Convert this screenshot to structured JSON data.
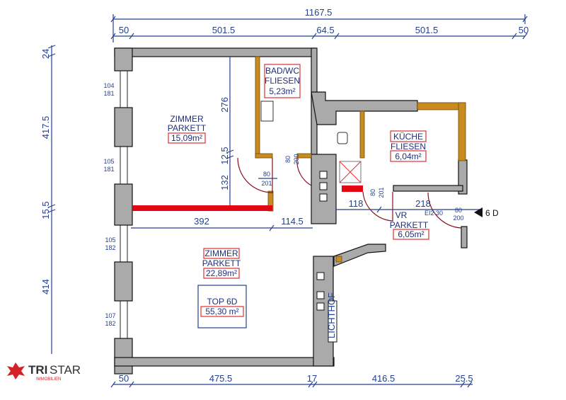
{
  "plan": {
    "unit_label": "TOP 6D",
    "unit_area": "55,30 m²",
    "entrance_label": "6 D",
    "lichthof": "LICHTHOF",
    "fire_door": "EI2 30"
  },
  "rooms": [
    {
      "name": "ZIMMER",
      "floor": "PARKETT",
      "area": "15,09m²"
    },
    {
      "name": "BAD/WC",
      "floor": "FLIESEN",
      "area": "5,23m²"
    },
    {
      "name": "KÜCHE",
      "floor": "FLIESEN",
      "area": "6,04m²"
    },
    {
      "name": "VR",
      "floor": "PARKETT",
      "area": "6,05m²"
    },
    {
      "name": "ZIMMER",
      "floor": "PARKETT",
      "area": "22,89m²"
    }
  ],
  "dimensions": {
    "top_total": "1167.5",
    "top": [
      "50",
      "501.5",
      "64.5",
      "501.5",
      "50"
    ],
    "bottom": [
      "50",
      "475.5",
      "17",
      "416.5",
      "25.5"
    ],
    "left": [
      "24",
      "417.5",
      "15.5",
      "414"
    ],
    "inner": [
      "276",
      "12.5",
      "132",
      "392",
      "114.5",
      "118",
      "218"
    ]
  },
  "windows": [
    {
      "w": "104",
      "h": "181"
    },
    {
      "w": "105",
      "h": "181"
    },
    {
      "w": "105",
      "h": "182"
    },
    {
      "w": "107",
      "h": "182"
    }
  ],
  "doors": [
    {
      "w": "80",
      "h": "201"
    },
    {
      "w": "80",
      "h": "200"
    },
    {
      "w": "80",
      "h": "201"
    },
    {
      "w": "80",
      "h": "200"
    }
  ],
  "logo": {
    "brand_a": "TRI",
    "brand_b": "STAR",
    "sub": "IMMOBILIEN"
  },
  "colors": {
    "dimension": "#24418f",
    "wall": "#aaaaaa",
    "wood": "#c98a1e",
    "partition": "#e30613",
    "label_box": "#dd3333"
  }
}
